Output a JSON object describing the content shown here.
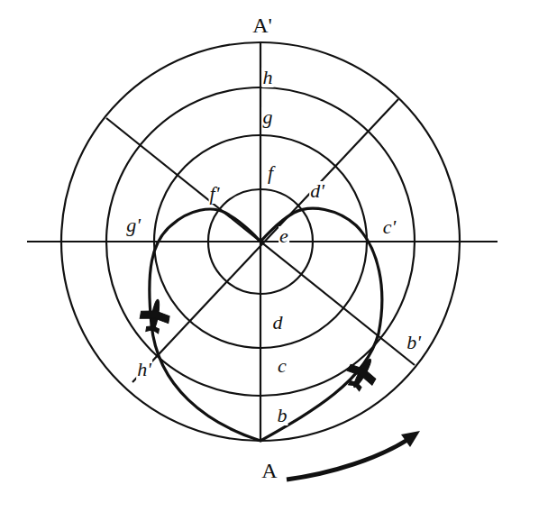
{
  "diagram": {
    "labels": [
      "A'",
      "h",
      "g",
      "f",
      "f'",
      "d'",
      "g'",
      "e",
      "c'",
      "d",
      "b'",
      "c",
      "h'",
      "b",
      "A"
    ]
  }
}
